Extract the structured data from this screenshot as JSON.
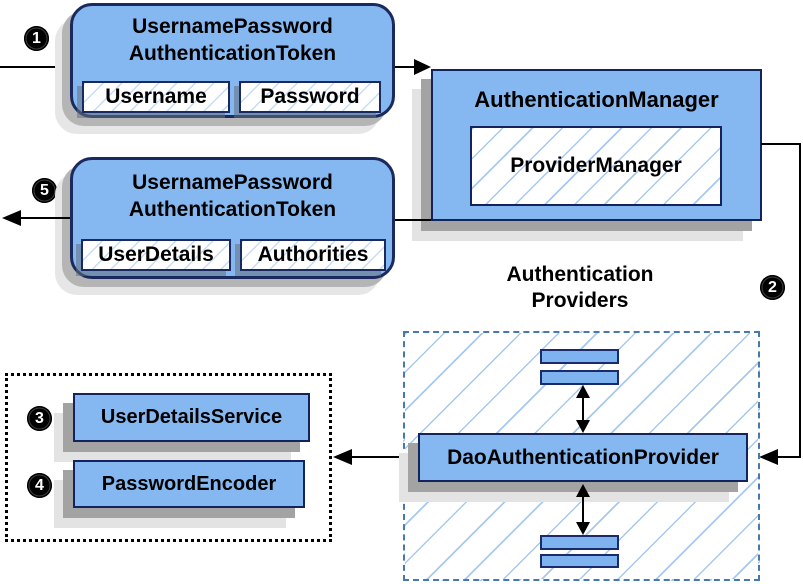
{
  "steps": [
    "1",
    "2",
    "3",
    "4",
    "5"
  ],
  "token_request": {
    "title": [
      "UsernamePassword",
      "AuthenticationToken"
    ],
    "fields": [
      "Username",
      "Password"
    ]
  },
  "auth_manager": {
    "title": "AuthenticationManager",
    "inner": "ProviderManager"
  },
  "token_response": {
    "title": [
      "UsernamePassword",
      "AuthenticationToken"
    ],
    "fields": [
      "UserDetails",
      "Authorities"
    ]
  },
  "providers": {
    "heading": [
      "Authentication",
      "Providers"
    ]
  },
  "dao": {
    "title": "DaoAuthenticationProvider"
  },
  "services": {
    "uds": "UserDetailsService",
    "pe": "PasswordEncoder"
  },
  "edges": [
    {
      "from": "incoming-left",
      "to": "username-password-token",
      "step": "1"
    },
    {
      "from": "username-password-token",
      "to": "authentication-manager"
    },
    {
      "from": "authentication-manager",
      "to": "authentication-providers",
      "step": "2"
    },
    {
      "from": "dao-authentication-provider",
      "to": "user-details-service",
      "step": "3"
    },
    {
      "from": "dao-authentication-provider",
      "to": "password-encoder",
      "step": "4"
    },
    {
      "from": "dao-authentication-provider",
      "to": "other-providers",
      "style": "double-arrow"
    },
    {
      "from": "authentication-manager",
      "to": "result-token"
    },
    {
      "from": "result-token",
      "to": "outgoing-left",
      "step": "5"
    }
  ],
  "colors": {
    "node_fill": "#85b8f0",
    "node_border": "#13235b",
    "hatch_line": "#a6c9f0",
    "dashed_border": "#4878b0",
    "shadow_dark": "#a3a3a3",
    "shadow_light": "#e3e3e3",
    "badge_bg": "#000000",
    "line": "#000000"
  }
}
